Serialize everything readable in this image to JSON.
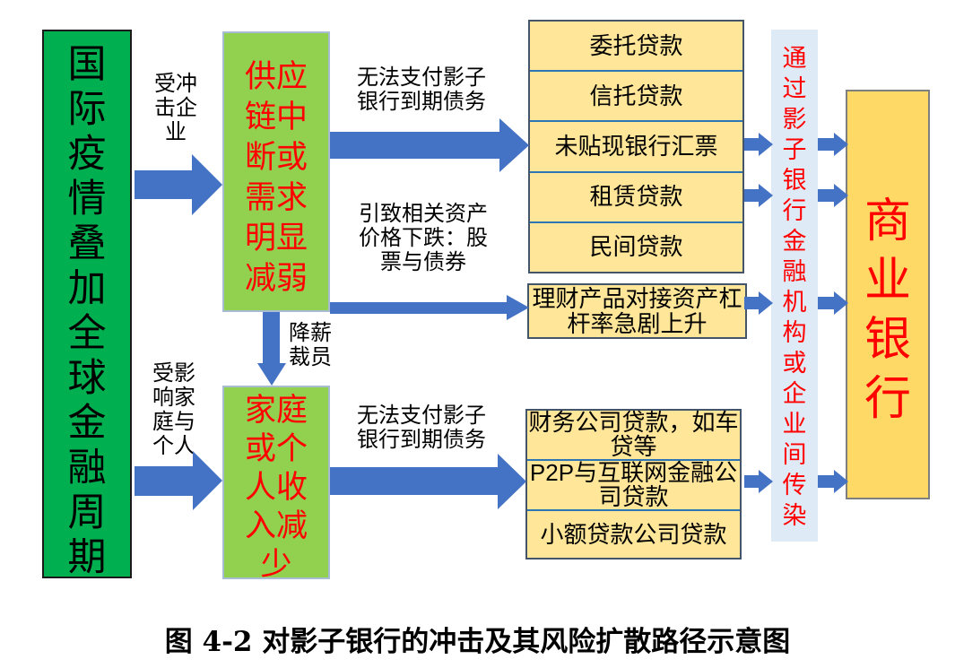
{
  "diagram": {
    "source_box": "国际疫情叠加全球金融周期",
    "supply_box": "供应链中断或需求明显减弱",
    "household_box": "家庭或个人收入减少",
    "labels": {
      "affected_enterprises": "受冲击企业",
      "affected_households": "受影响家庭与个人",
      "pay_cuts_layoffs": "降薪裁员",
      "unable_pay_enterprise": "无法支付影子银行到期债务",
      "asset_price_fall": "引致相关资产价格下跌：股票与债券",
      "unable_pay_household": "无法支付影子银行到期债务"
    },
    "enterprise_channels": [
      "委托贷款",
      "信托贷款",
      "未贴现银行汇票",
      "租赁贷款",
      "民间贷款"
    ],
    "wealth_management_box": "理财产品对接资产杠杆率急剧上升",
    "household_channels": [
      "财务公司贷款，如车贷等",
      "P2P与互联网金融公司贷款",
      "小额贷款公司贷款"
    ],
    "contagion_strip": "通过影子银行金融机构或企业间传染",
    "bank_box": "商业银行",
    "caption": "图 4-2 对影子银行的冲击及其风险扩散路径示意图",
    "colors": {
      "source_fill": "#00B050",
      "mid_fill": "#92D050",
      "channel_fill": "#FFE699",
      "bank_fill": "#FFD966",
      "strip_fill": "#DEEBF7",
      "arrow": "#4472C4",
      "emphasis_text": "#FF0000"
    }
  }
}
